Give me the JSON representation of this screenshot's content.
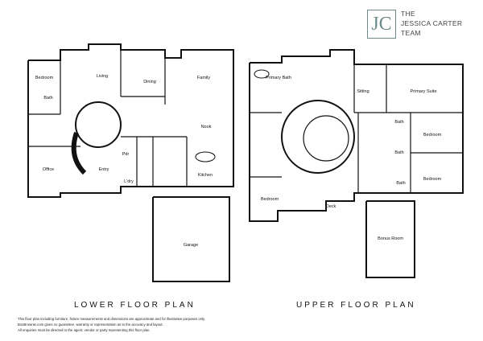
{
  "logo": {
    "monogram": "JC",
    "line1": "THE",
    "line2": "JESSICA CARTER",
    "line3": "TEAM"
  },
  "lower": {
    "title": "LOWER FLOOR PLAN",
    "rooms": {
      "bedroom": "Bedroom",
      "bath": "Bath",
      "living": "Living",
      "dining": "Dining",
      "family": "Family",
      "nook": "Nook",
      "office": "Office",
      "entry": "Entry",
      "pdr": "Pdr",
      "ldry": "L'dry",
      "kitchen": "Kitchen",
      "garage": "Garage"
    }
  },
  "upper": {
    "title": "UPPER FLOOR PLAN",
    "rooms": {
      "primary_bath": "Primary Bath",
      "sitting": "Sitting",
      "primary_suite": "Primary Suite",
      "bath1": "Bath",
      "bedroom1": "Bedroom",
      "bath2": "Bath",
      "bedroom2": "Bedroom",
      "bedroom3": "Bedroom",
      "bath3": "Bath",
      "deck": "Deck",
      "bonus": "Bonus Room"
    }
  },
  "disclaimer": [
    "This floor plan including furniture, fixture measurements and dimensions are approximate and for illustrative purposes only.",
    "BoxBrownie.com gives no guarantee, warranty or representation as to the accuracy and layout.",
    "All enquiries must be directed to the agent, vendor or party representing this floor plan."
  ]
}
